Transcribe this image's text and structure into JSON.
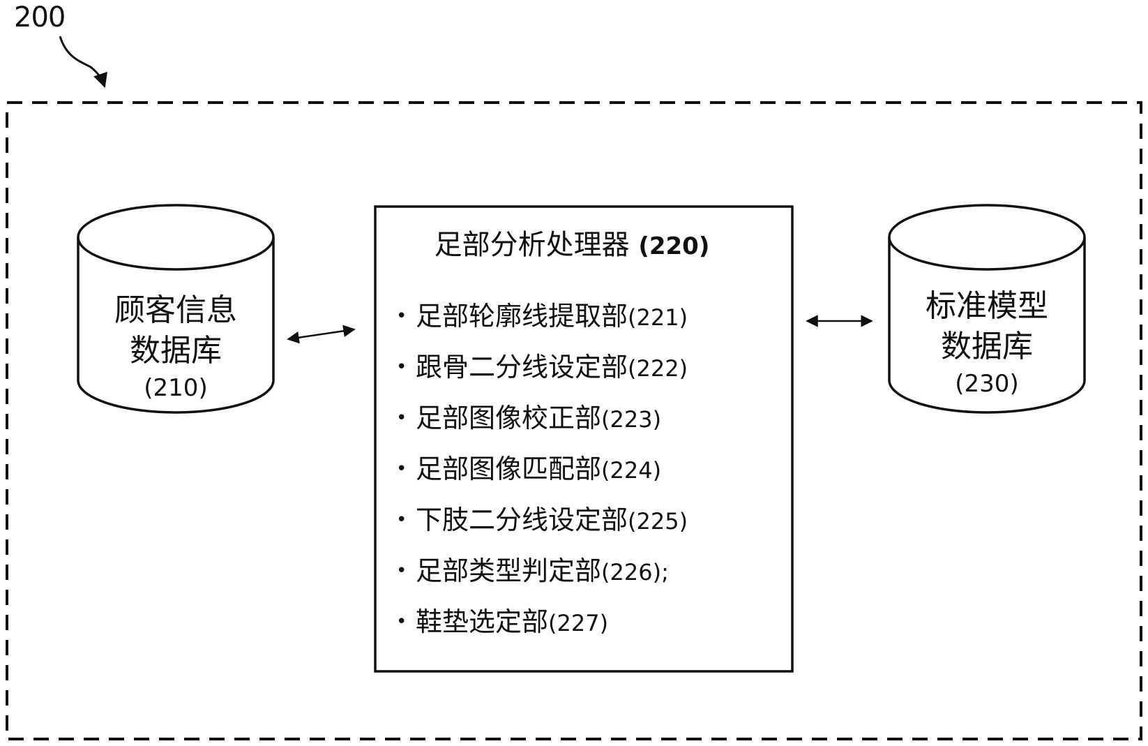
{
  "figure": {
    "number": "200"
  },
  "customer_db": {
    "line1": "顾客信息",
    "line2": "数据库",
    "ref": "(210)"
  },
  "processor": {
    "title": "足部分析处理器",
    "ref": "(220)",
    "modules": [
      {
        "bullet": "•",
        "name": "足部轮廓线提取部",
        "ref": "(221)"
      },
      {
        "bullet": "•",
        "name": "跟骨二分线设定部",
        "ref": "(222)"
      },
      {
        "bullet": "•",
        "name": "足部图像校正部",
        "ref": "(223)"
      },
      {
        "bullet": "•",
        "name": "足部图像匹配部",
        "ref": "(224)"
      },
      {
        "bullet": "•",
        "name": "下肢二分线设定部",
        "ref": "(225)"
      },
      {
        "bullet": "•",
        "name": "足部类型判定部",
        "ref": "(226);"
      },
      {
        "bullet": "•",
        "name": "鞋垫选定部",
        "ref": "(227)"
      }
    ]
  },
  "standard_db": {
    "line1": "标准模型",
    "line2": "数据库",
    "ref": "(230)"
  }
}
